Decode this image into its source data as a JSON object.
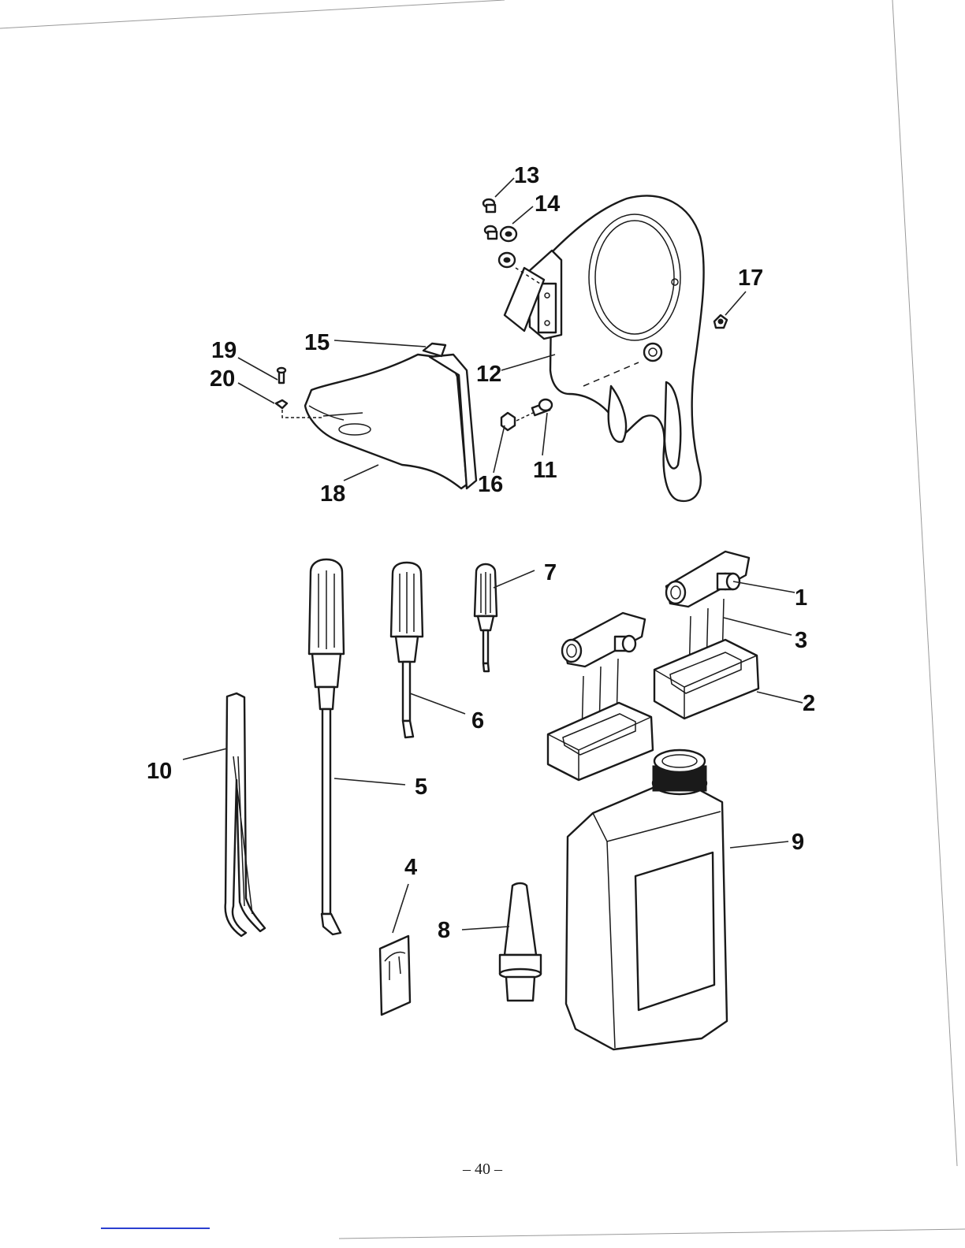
{
  "callouts": {
    "c1": "1",
    "c2": "2",
    "c3": "3",
    "c4": "4",
    "c5": "5",
    "c6": "6",
    "c7": "7",
    "c8": "8",
    "c9": "9",
    "c10": "10",
    "c11": "11",
    "c12": "12",
    "c13": "13",
    "c14": "14",
    "c15": "15",
    "c16": "16",
    "c17": "17",
    "c18": "18",
    "c19": "19",
    "c20": "20"
  },
  "page_number": "– 40 –"
}
